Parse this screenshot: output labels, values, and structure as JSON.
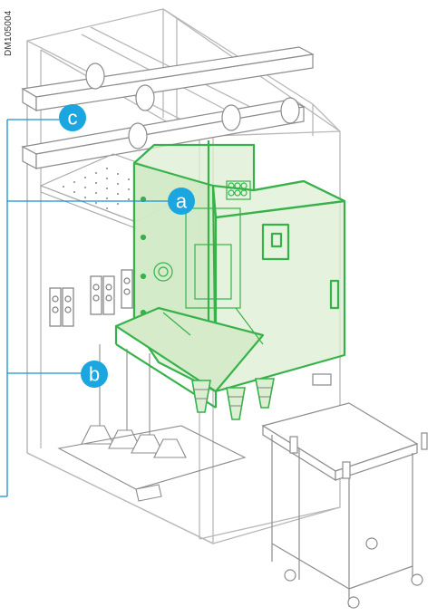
{
  "figure": {
    "reference_code": "DM105004",
    "callouts": [
      {
        "id": "a",
        "label": "a"
      },
      {
        "id": "b",
        "label": "b"
      },
      {
        "id": "c",
        "label": "c"
      }
    ]
  },
  "colors": {
    "line": "#b8b8b8",
    "line_dark": "#8c8c8c",
    "green_fill": "#dcefd3",
    "green_stroke": "#37b24a",
    "callout": "#1ba6df",
    "bracket": "#1b8fd0"
  }
}
